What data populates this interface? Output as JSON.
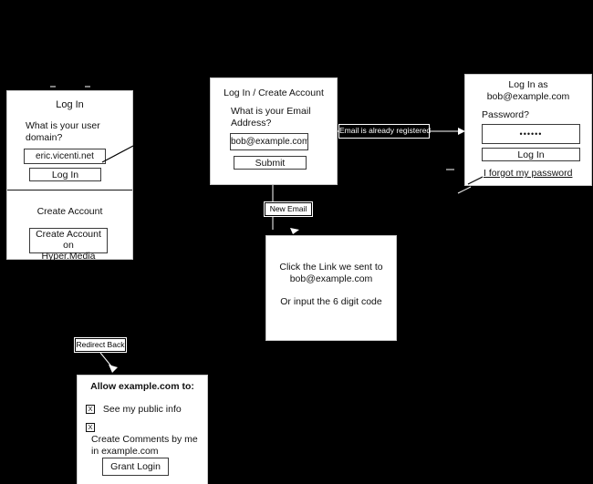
{
  "colors": {
    "canvas_bg": "#000000",
    "box_bg": "#ffffff",
    "box_text": "#111111",
    "inverted_label_bg": "#000000",
    "inverted_label_text": "#ffffff",
    "connector": "#ffffff"
  },
  "boxes": {
    "domain_login": {
      "title": "Log In",
      "question_line1": "What is your user",
      "question_line2": "domain?",
      "input_value": "eric.vicenti.net",
      "login_button": "Log In",
      "create_title": "Create Account",
      "create_button_line1": "Create Account on",
      "create_button_line2": "Hyper.Media"
    },
    "email_entry": {
      "title": "Log In / Create Account",
      "question_line1": "What is your Email",
      "question_line2": "Address?",
      "input_value": "bob@example.com",
      "submit_button": "Submit"
    },
    "password_login": {
      "title_line1": "Log In as",
      "title_line2": "bob@example.com",
      "question": "Password?",
      "input_value": "••••••",
      "login_button": "Log In",
      "forgot_link": "I forgot my password"
    },
    "email_sent": {
      "line1": "Click the Link we sent to",
      "line2": "bob@example.com",
      "line3": "Or input the 6 digit code"
    },
    "grant_access": {
      "title": "Allow example.com to:",
      "checkbox_glyph": "X",
      "checkbox1_label": "See my public info",
      "checkbox2_line1": "Create Comments by me",
      "checkbox2_line2": "in example.com",
      "grant_button": "Grant Login"
    }
  },
  "edge_labels": {
    "already_registered": "Email is already registered",
    "new_email": "New Email",
    "redirect_back": "Redirect Back"
  }
}
